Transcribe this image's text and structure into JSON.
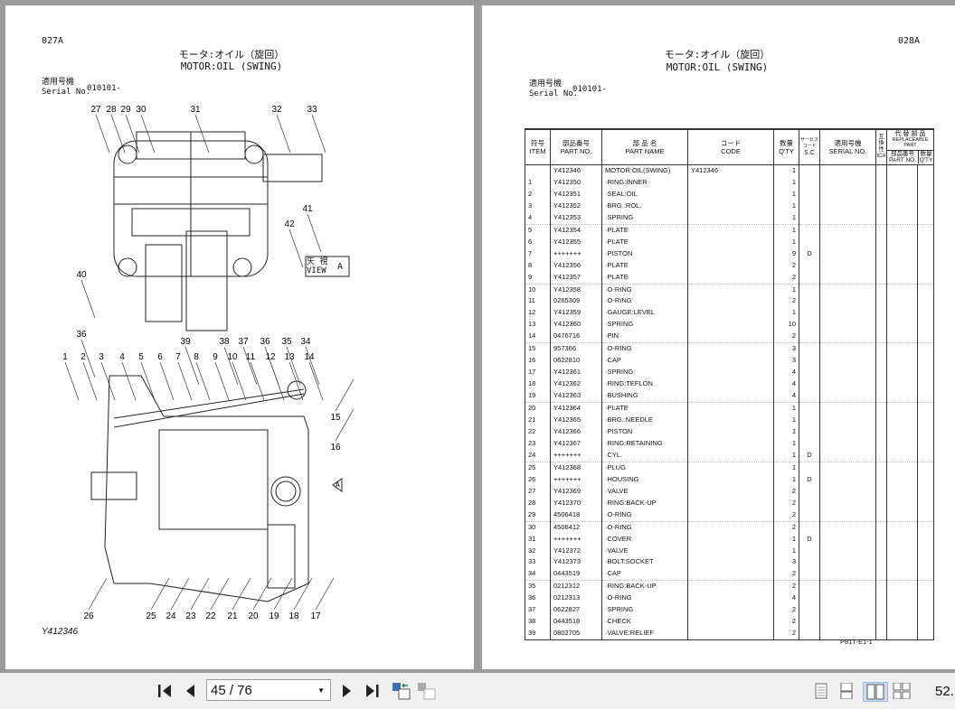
{
  "left_page": {
    "page_code": "027A",
    "title_jp": "モータ:オイル（旋回）",
    "title_en": "MOTOR:OIL (SWING)",
    "serial_label_jp": "適用号機",
    "serial_label_en": "Serial No.",
    "serial_value": "010101-",
    "view_label_jp": "矢 視",
    "view_label_en": "VIEW",
    "view_letter": "A",
    "view_marker": "A",
    "drawing_number": "Y412346",
    "callouts_top": [
      "27",
      "28",
      "29",
      "30",
      "31",
      "32",
      "33",
      "41",
      "42",
      "40",
      "36",
      "39",
      "38",
      "37",
      "36",
      "35",
      "34"
    ],
    "callouts_bottom": [
      "1",
      "2",
      "3",
      "4",
      "5",
      "6",
      "7",
      "8",
      "9",
      "10",
      "11",
      "12",
      "13",
      "14",
      "15",
      "16",
      "26",
      "25",
      "24",
      "23",
      "22",
      "21",
      "20",
      "19",
      "18",
      "17"
    ]
  },
  "right_page": {
    "page_code": "028A",
    "title_jp": "モータ:オイル（旋回）",
    "title_en": "MOTOR:OIL (SWING)",
    "serial_label_jp": "適用号機",
    "serial_label_en": "Serial No.",
    "serial_value": "010101-",
    "footer_code": "P81T-E1-1",
    "headers": {
      "item_jp": "符号",
      "item_en": "ITEM",
      "part_jp": "部品番号",
      "part_en": "PART NO.",
      "name_jp": "部 品 名",
      "name_en": "PART NAME",
      "code_jp": "コード",
      "code_en": "CODE",
      "qty_jp": "数量",
      "qty_en": "Q'TY",
      "sc_jp": "サービス コード",
      "sc_en": "S.C",
      "serial_jp": "適用号機",
      "serial_en": "SERIAL NO.",
      "ica_jp": "互換性",
      "ica_en": "ICA",
      "repl_jp": "代 替 部 品",
      "repl_en": "REPLACEABLE PART",
      "repl_part_jp": "部品番号",
      "repl_part_en": "PART NO.",
      "repl_qty_jp": "数量",
      "repl_qty_en": "Q'TY"
    },
    "rows": [
      {
        "item": "",
        "part": "Y412346",
        "name": "MOTOR:OIL(SWING)",
        "code": "Y412346",
        "qty": "1",
        "sc": ""
      },
      {
        "item": "1",
        "part": "Y412350",
        "name": "·RING:INNER",
        "code": "",
        "qty": "1",
        "sc": ""
      },
      {
        "item": "2",
        "part": "Y412351",
        "name": "·SEAL:OIL",
        "code": "",
        "qty": "1",
        "sc": ""
      },
      {
        "item": "3",
        "part": "Y412352",
        "name": "·BRG.:ROL.",
        "code": "",
        "qty": "1",
        "sc": ""
      },
      {
        "item": "4",
        "part": "Y412353",
        "name": "·SPRING",
        "code": "",
        "qty": "1",
        "sc": ""
      },
      {
        "item": "5",
        "part": "Y412354",
        "name": "·PLATE",
        "code": "",
        "qty": "1",
        "sc": ""
      },
      {
        "item": "6",
        "part": "Y412355",
        "name": "·PLATE",
        "code": "",
        "qty": "1",
        "sc": ""
      },
      {
        "item": "7",
        "part": "+++++++",
        "name": "·PISTON",
        "code": "",
        "qty": "9",
        "sc": "D"
      },
      {
        "item": "8",
        "part": "Y412356",
        "name": "·PLATE",
        "code": "",
        "qty": "2",
        "sc": ""
      },
      {
        "item": "9",
        "part": "Y412357",
        "name": "·PLATE",
        "code": "",
        "qty": "2",
        "sc": ""
      },
      {
        "item": "10",
        "part": "Y412358",
        "name": "·O-RING",
        "code": "",
        "qty": "1",
        "sc": ""
      },
      {
        "item": "11",
        "part": "0265309",
        "name": "·O-RING",
        "code": "",
        "qty": "2",
        "sc": ""
      },
      {
        "item": "12",
        "part": "Y412359",
        "name": "·GAUGE:LEVEL",
        "code": "",
        "qty": "1",
        "sc": ""
      },
      {
        "item": "13",
        "part": "Y412360",
        "name": "·SPRING",
        "code": "",
        "qty": "10",
        "sc": ""
      },
      {
        "item": "14",
        "part": "0476716",
        "name": "·PIN",
        "code": "",
        "qty": "2",
        "sc": ""
      },
      {
        "item": "15",
        "part": "957366",
        "name": "·O-RING",
        "code": "",
        "qty": "3",
        "sc": ""
      },
      {
        "item": "16",
        "part": "0622810",
        "name": "·CAP",
        "code": "",
        "qty": "3",
        "sc": ""
      },
      {
        "item": "17",
        "part": "Y412361",
        "name": "·SPRING",
        "code": "",
        "qty": "4",
        "sc": ""
      },
      {
        "item": "18",
        "part": "Y412362",
        "name": "·RING:TEFLON",
        "code": "",
        "qty": "4",
        "sc": ""
      },
      {
        "item": "19",
        "part": "Y412363",
        "name": "·BUSHING",
        "code": "",
        "qty": "4",
        "sc": ""
      },
      {
        "item": "20",
        "part": "Y412364",
        "name": "·PLATE",
        "code": "",
        "qty": "1",
        "sc": ""
      },
      {
        "item": "21",
        "part": "Y412365",
        "name": "·BRG.:NEEDLE",
        "code": "",
        "qty": "1",
        "sc": ""
      },
      {
        "item": "22",
        "part": "Y412366",
        "name": "·PISTON",
        "code": "",
        "qty": "1",
        "sc": ""
      },
      {
        "item": "23",
        "part": "Y412367",
        "name": "·RING:RETAINING",
        "code": "",
        "qty": "1",
        "sc": ""
      },
      {
        "item": "24",
        "part": "+++++++",
        "name": "·CYL.",
        "code": "",
        "qty": "1",
        "sc": "D"
      },
      {
        "item": "25",
        "part": "Y412368",
        "name": "·PLUG",
        "code": "",
        "qty": "1",
        "sc": ""
      },
      {
        "item": "26",
        "part": "+++++++",
        "name": "·HOUSING",
        "code": "",
        "qty": "1",
        "sc": "D"
      },
      {
        "item": "27",
        "part": "Y412369",
        "name": "·VALVE",
        "code": "",
        "qty": "2",
        "sc": ""
      },
      {
        "item": "28",
        "part": "Y412370",
        "name": "·RING:BACK-UP",
        "code": "",
        "qty": "2",
        "sc": ""
      },
      {
        "item": "29",
        "part": "4506418",
        "name": "·O-RING",
        "code": "",
        "qty": "2",
        "sc": ""
      },
      {
        "item": "30",
        "part": "4506412",
        "name": "·O-RING",
        "code": "",
        "qty": "2",
        "sc": ""
      },
      {
        "item": "31",
        "part": "+++++++",
        "name": "·COVER",
        "code": "",
        "qty": "1",
        "sc": "D"
      },
      {
        "item": "32",
        "part": "Y412372",
        "name": "·VALVE",
        "code": "",
        "qty": "1",
        "sc": ""
      },
      {
        "item": "33",
        "part": "Y412373",
        "name": "·BOLT:SOCKET",
        "code": "",
        "qty": "3",
        "sc": ""
      },
      {
        "item": "34",
        "part": "0443519",
        "name": "·CAP",
        "code": "",
        "qty": "2",
        "sc": ""
      },
      {
        "item": "35",
        "part": "0212312",
        "name": "·RING:BACK-UP",
        "code": "",
        "qty": "2",
        "sc": ""
      },
      {
        "item": "36",
        "part": "0212313",
        "name": "·O-RING",
        "code": "",
        "qty": "4",
        "sc": ""
      },
      {
        "item": "37",
        "part": "0622827",
        "name": "·SPRING",
        "code": "",
        "qty": "2",
        "sc": ""
      },
      {
        "item": "38",
        "part": "0443518",
        "name": "·CHECK",
        "code": "",
        "qty": "2",
        "sc": ""
      },
      {
        "item": "39",
        "part": "0802705",
        "name": "·VALVE:RELIEF",
        "code": "",
        "qty": "2",
        "sc": ""
      }
    ]
  },
  "toolbar": {
    "page_indicator": "45 / 76",
    "zoom": "52.",
    "icons": [
      "first-page-icon",
      "previous-page-icon",
      "next-page-icon",
      "last-page-icon",
      "previous-view-icon",
      "next-view-icon",
      "single-page-icon",
      "continuous-icon",
      "two-page-icon",
      "two-page-continuous-icon"
    ]
  }
}
